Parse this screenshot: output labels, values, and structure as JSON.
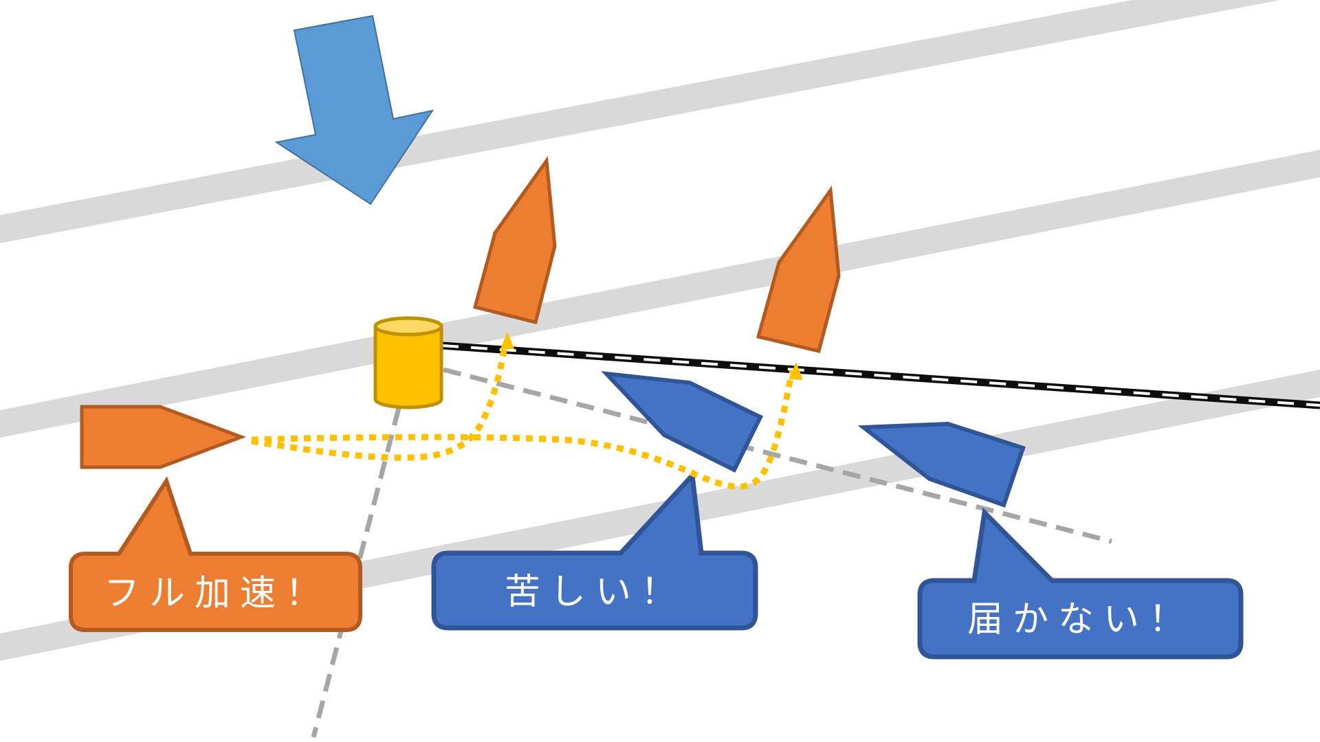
{
  "diagram": {
    "description": "Sailing race mark rounding illustration",
    "colors": {
      "background": "#FFFFFF",
      "wave_band": "#D9D9D9",
      "wind_arrow_fill": "#5B9BD5",
      "wind_arrow_stroke": "#41719C",
      "own_boat_fill": "#ED7D31",
      "own_boat_stroke": "#B35A20",
      "rival_boat_fill": "#4472C4",
      "rival_boat_stroke": "#2F5597",
      "mark_fill": "#FFC000",
      "mark_top": "#FFD966",
      "mark_stroke": "#BF9000",
      "path": "#FFC000",
      "layline": "#A6A6A6",
      "start_line": "#0D0D0D",
      "callout_text": "#FFFFFF"
    },
    "elements": {
      "wind_arrow": "wind-direction-arrow",
      "mark": "mark-buoy",
      "start_line": "black-white-dashed-line",
      "laylines": 2,
      "wave_bands": 3,
      "own_boats": 3,
      "rival_boats": 2,
      "paths": 2
    },
    "callouts": {
      "own": {
        "label": "フル加速！"
      },
      "rival_1": {
        "label": "苦しい！"
      },
      "rival_2": {
        "label": "届かない！"
      }
    }
  }
}
